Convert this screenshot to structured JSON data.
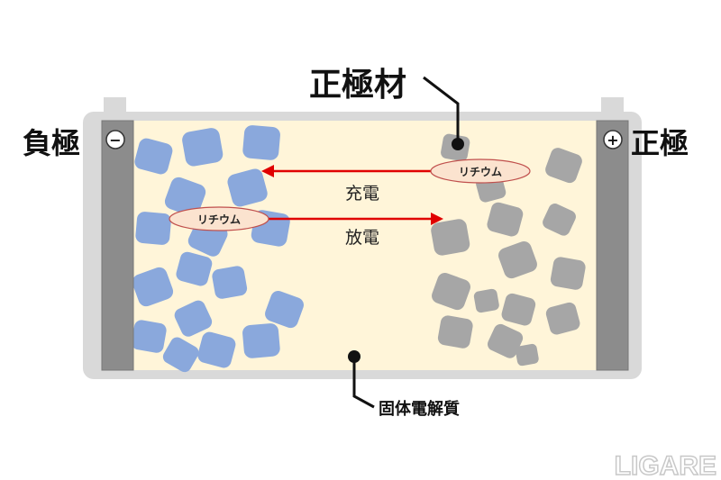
{
  "labels": {
    "negative_electrode": "負極",
    "positive_electrode": "正極",
    "cathode_material": "正極材",
    "solid_electrolyte": "固体電解質",
    "charge": "充電",
    "discharge": "放電",
    "lithium_top": "リチウム",
    "lithium_bottom": "リチウム",
    "minus_sign": "−",
    "plus_sign": "+"
  },
  "watermark": "LIGARE",
  "colors": {
    "case": "#d9d9d9",
    "electrolyte": "#fff5d9",
    "electrode_plate": "#8c8c8c",
    "anode_particles": "#8aa8dc",
    "cathode_particles": "#a6a6a6",
    "arrow": "#e00000",
    "lithium_fill": "#fbe3cf",
    "lithium_stroke": "#c0504d"
  }
}
